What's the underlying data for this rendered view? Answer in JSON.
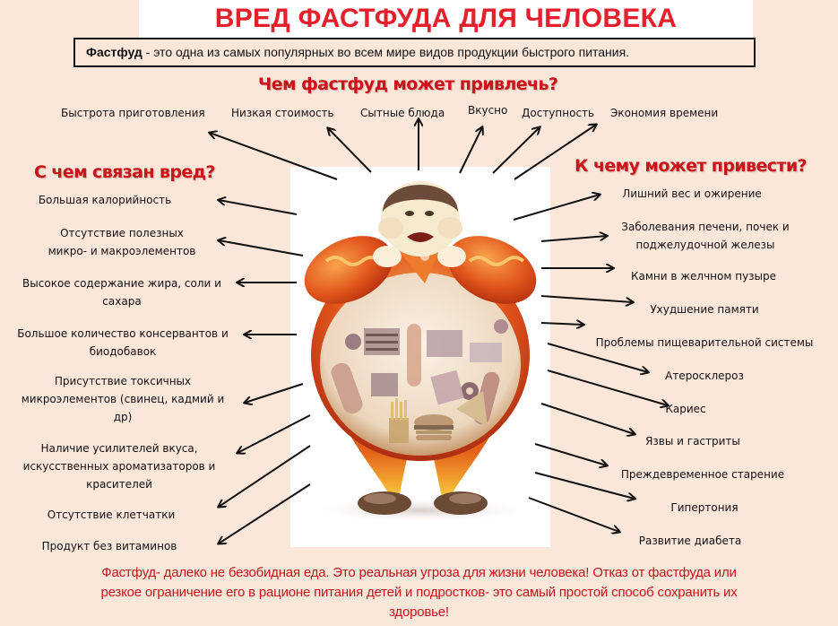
{
  "header": {
    "title": "ВРЕД ФАСТФУДА ДЛЯ ЧЕЛОВЕКА",
    "definition_term": "Фастфуд",
    "definition_text": " - это одна из самых популярных во всем мире видов продукции быстрого питания."
  },
  "attract": {
    "heading": "Чем фастфуд может привлечь?",
    "items": [
      {
        "label": "Быстрота приготовления"
      },
      {
        "label": "Низкая стоимость"
      },
      {
        "label": "Сытные блюда"
      },
      {
        "label": "Вкусно"
      },
      {
        "label": "Доступность"
      },
      {
        "label": "Экономия времени"
      }
    ]
  },
  "harm": {
    "heading": "С чем связан вред?",
    "items": [
      {
        "line1": "Большая  калорийность",
        "line2": "",
        "line3": ""
      },
      {
        "line1": "Отсутствие  полезных",
        "line2": "микро- и макроэлементов",
        "line3": ""
      },
      {
        "line1": "Высокое содержание  жира, соли и",
        "line2": "сахара",
        "line3": ""
      },
      {
        "line1": "Большое количество  консервантов  и",
        "line2": "биодобавок",
        "line3": ""
      },
      {
        "line1": "Присутствие  токсичных",
        "line2": "микроэлементов (свинец,  кадмий и",
        "line3": "др)"
      },
      {
        "line1": "Наличие усилителей вкуса,",
        "line2": "искусственных  ароматизаторов  и",
        "line3": "красителей"
      },
      {
        "line1": "Отсутствие  клетчатки",
        "line2": "",
        "line3": ""
      },
      {
        "line1": "Продукт без витаминов",
        "line2": "",
        "line3": ""
      }
    ]
  },
  "consequences": {
    "heading": "К чему может привести?",
    "items": [
      {
        "line1": "Лишний  вес и ожирение",
        "line2": ""
      },
      {
        "line1": "Заболевания  печени, почек и",
        "line2": "поджелудочной  железы"
      },
      {
        "line1": "Камни в  желчном пузыре",
        "line2": ""
      },
      {
        "line1": "Ухудшение памяти",
        "line2": ""
      },
      {
        "line1": "Проблемы пищеварительной  системы",
        "line2": ""
      },
      {
        "line1": "Атеросклероз",
        "line2": ""
      },
      {
        "line1": "Кариес",
        "line2": ""
      },
      {
        "line1": "Язвы и гастриты",
        "line2": ""
      },
      {
        "line1": "Преждевременное старение",
        "line2": ""
      },
      {
        "line1": "Гипертония",
        "line2": ""
      },
      {
        "line1": "Развитие  диабета",
        "line2": ""
      }
    ]
  },
  "illustration": {
    "description": "Cartoon overweight man eating pizza, belly filled with fast food items"
  },
  "footer": {
    "line1": "Фастфуд- далеко не безобидная еда.  Это реальная угроза для жизни человека! Отказ от фастфуда или",
    "line2": "резкое ограничение его в рационе питания детей и подростков- это самый простой способ сохранить их",
    "line3": "здоровье!"
  },
  "colors": {
    "background": "#fbe6da",
    "accent_red": "#e3202b",
    "heading_red": "#c8151b",
    "panel": "#ffffff"
  }
}
